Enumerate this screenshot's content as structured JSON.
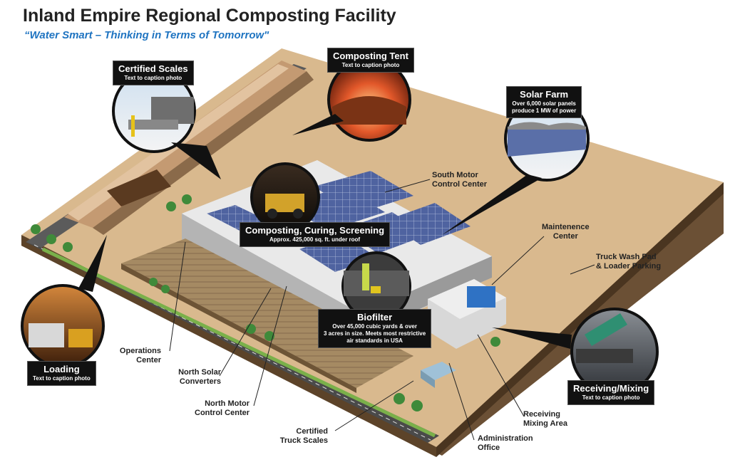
{
  "header": {
    "title": "Inland Empire Regional Composting Facility",
    "subtitle": "“Water Smart – Thinking in Terms of Tomorrow\""
  },
  "callouts": {
    "certified_scales": {
      "title": "Certified Scales",
      "caption": "Text to caption photo"
    },
    "composting_tent": {
      "title": "Composting Tent",
      "caption": "Text to caption photo"
    },
    "solar_farm": {
      "title": "Solar Farm",
      "caption_line1": "Over 6,000 solar panels",
      "caption_line2": "produce 1 MW of power"
    },
    "composting_curing": {
      "title": "Composting, Curing, Screening",
      "caption": "Approx. 425,000 sq. ft. under roof"
    },
    "biofilter": {
      "title": "Biofilter",
      "caption_line1": "Over 45,000 cubic yards & over",
      "caption_line2": "3 acres in size. Meets most restrictive",
      "caption_line3": "air standards in USA"
    },
    "loading": {
      "title": "Loading",
      "caption": "Text to caption photo"
    },
    "receiving_mixing": {
      "title": "Receiving/Mixing",
      "caption": "Text to caption photo"
    }
  },
  "labels": {
    "south_motor_control": {
      "line1": "South Motor",
      "line2": "Control Center"
    },
    "maintenance_center": {
      "line1": "Maintenence",
      "line2": "Center"
    },
    "truck_wash": {
      "line1": "Truck Wash Pad",
      "line2": "& Loader Parking"
    },
    "operations_center": {
      "line1": "Operations",
      "line2": "Center"
    },
    "north_solar": {
      "line1": "North Solar",
      "line2": "Converters"
    },
    "north_motor": {
      "line1": "North Motor",
      "line2": "Control Center"
    },
    "certified_truck_scales": {
      "line1": "Certified",
      "line2": "Truck Scales"
    },
    "administration_office": {
      "line1": "Administration",
      "line2": "Office"
    },
    "receiving_mixing_area": {
      "line1": "Receiving",
      "line2": "Mixing Area"
    }
  },
  "colors": {
    "subtitle_blue": "#1f74c1",
    "ground": "#d9b98e",
    "road": "#4a4a4a",
    "building": "#e6e6e6",
    "panel": "#5a6fa8",
    "caption_bg": "#111111"
  }
}
